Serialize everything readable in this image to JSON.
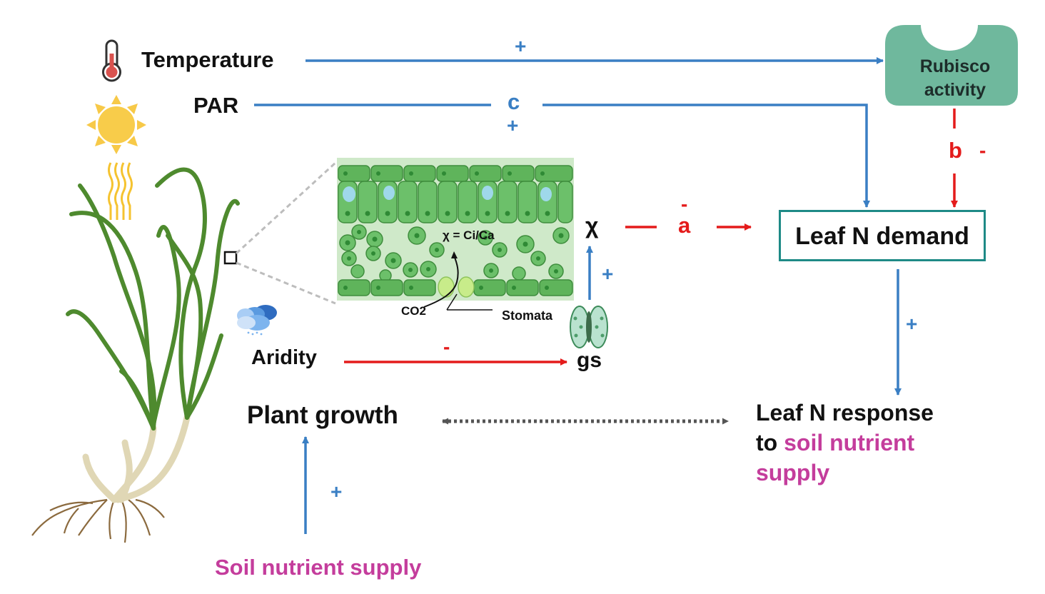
{
  "drivers": {
    "temperature": "Temperature",
    "par": "PAR",
    "aridity": "Aridity",
    "soil_nutrient_supply": "Soil nutrient supply"
  },
  "nodes": {
    "rubisco_line1": "Rubisco",
    "rubisco_line2": "activity",
    "leaf_n_demand": "Leaf N demand",
    "chi": "χ",
    "gs": "gs",
    "plant_growth": "Plant growth",
    "leaf_n_response_line1": "Leaf N response",
    "leaf_n_response_to": "to",
    "leaf_n_response_soil": "soil nutrient",
    "leaf_n_response_line3": "supply"
  },
  "leaf_inset": {
    "chi_formula": "χ = Ci/Ca",
    "co2_label": "CO2",
    "stomata_label": "Stomata"
  },
  "edge_labels": {
    "temperature_sign": "+",
    "par_letter": "c",
    "par_sign": "+",
    "rubisco_letter": "b",
    "rubisco_sign": "-",
    "chi_letter": "a",
    "chi_sign": "-",
    "gs_sign": "+",
    "aridity_sign": "-",
    "demand_sign": "+",
    "soil_sign": "+"
  },
  "colors": {
    "positive": "#3a7fc4",
    "negative": "#e41b1b",
    "nutrient_text": "#c43d9c",
    "rubisco_fill": "#6fb89d",
    "box_border": "#1e8a86",
    "leaf_cell": "#63b85f",
    "plant_leaf": "#4e8a2e"
  },
  "icons": [
    "thermometer-icon",
    "sun-icon",
    "cloud-rain-icon",
    "plant-icon",
    "stomata-icon",
    "leaf-cross-section"
  ]
}
